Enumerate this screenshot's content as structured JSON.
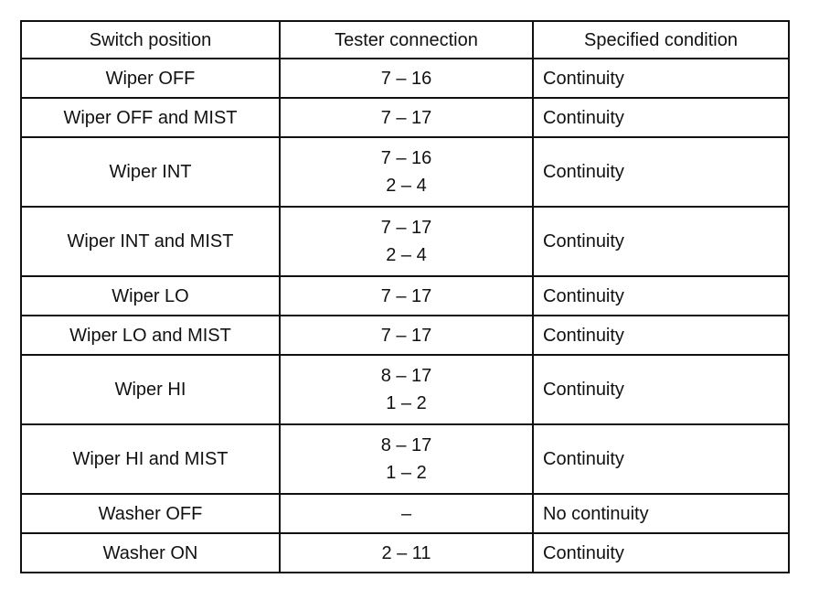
{
  "table": {
    "headers": [
      "Switch position",
      "Tester connection",
      "Specified condition"
    ],
    "rows": [
      {
        "position": "Wiper OFF",
        "connections": [
          "7 – 16"
        ],
        "condition": "Continuity"
      },
      {
        "position": "Wiper OFF and MIST",
        "connections": [
          "7 – 17"
        ],
        "condition": "Continuity"
      },
      {
        "position": "Wiper INT",
        "connections": [
          "7 – 16",
          "2 – 4"
        ],
        "condition": "Continuity"
      },
      {
        "position": "Wiper INT and MIST",
        "connections": [
          "7 – 17",
          "2 – 4"
        ],
        "condition": "Continuity"
      },
      {
        "position": "Wiper LO",
        "connections": [
          "7 – 17"
        ],
        "condition": "Continuity"
      },
      {
        "position": "Wiper LO and MIST",
        "connections": [
          "7 – 17"
        ],
        "condition": "Continuity"
      },
      {
        "position": "Wiper HI",
        "connections": [
          "8 – 17",
          "1 – 2"
        ],
        "condition": "Continuity"
      },
      {
        "position": "Wiper HI and MIST",
        "connections": [
          "8 – 17",
          "1 – 2"
        ],
        "condition": "Continuity"
      },
      {
        "position": "Washer OFF",
        "connections": [
          "–"
        ],
        "condition": "No continuity"
      },
      {
        "position": "Washer ON",
        "connections": [
          "2 – 11"
        ],
        "condition": "Continuity"
      }
    ]
  }
}
